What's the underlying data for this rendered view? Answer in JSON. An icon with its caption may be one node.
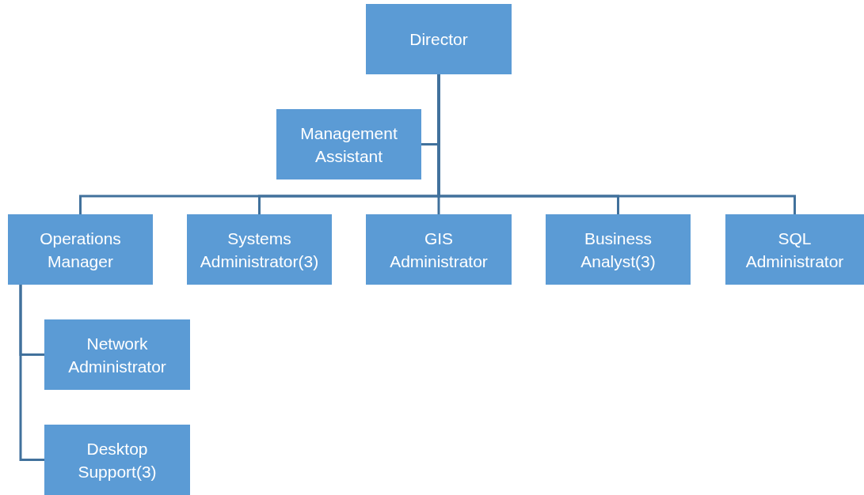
{
  "diagram": {
    "nodes": [
      {
        "text": [
          "Director"
        ]
      },
      {
        "text": [
          "Management Assistant"
        ]
      },
      {
        "text": [
          "Operations Manager"
        ]
      },
      {
        "text": [
          "Systems Administrator(3)"
        ]
      },
      {
        "text": [
          "GIS Administrator"
        ]
      },
      {
        "text": [
          "Business Analyst(3)"
        ]
      },
      {
        "text": [
          "SQL Administrator"
        ]
      },
      {
        "text": [
          "Network Administrator"
        ]
      },
      {
        "text": [
          "Desktop Support(3)"
        ]
      }
    ],
    "edges": [
      {
        "from": 0,
        "to": 1,
        "arrow": "none"
      },
      {
        "from": 0,
        "to": 2,
        "arrow": "none"
      },
      {
        "from": 0,
        "to": 3,
        "arrow": "none"
      },
      {
        "from": 0,
        "to": 4,
        "arrow": "none"
      },
      {
        "from": 0,
        "to": 5,
        "arrow": "none"
      },
      {
        "from": 0,
        "to": 6,
        "arrow": "none"
      },
      {
        "from": 2,
        "to": 7,
        "arrow": "none"
      },
      {
        "from": 2,
        "to": 8,
        "arrow": "none"
      }
    ]
  }
}
